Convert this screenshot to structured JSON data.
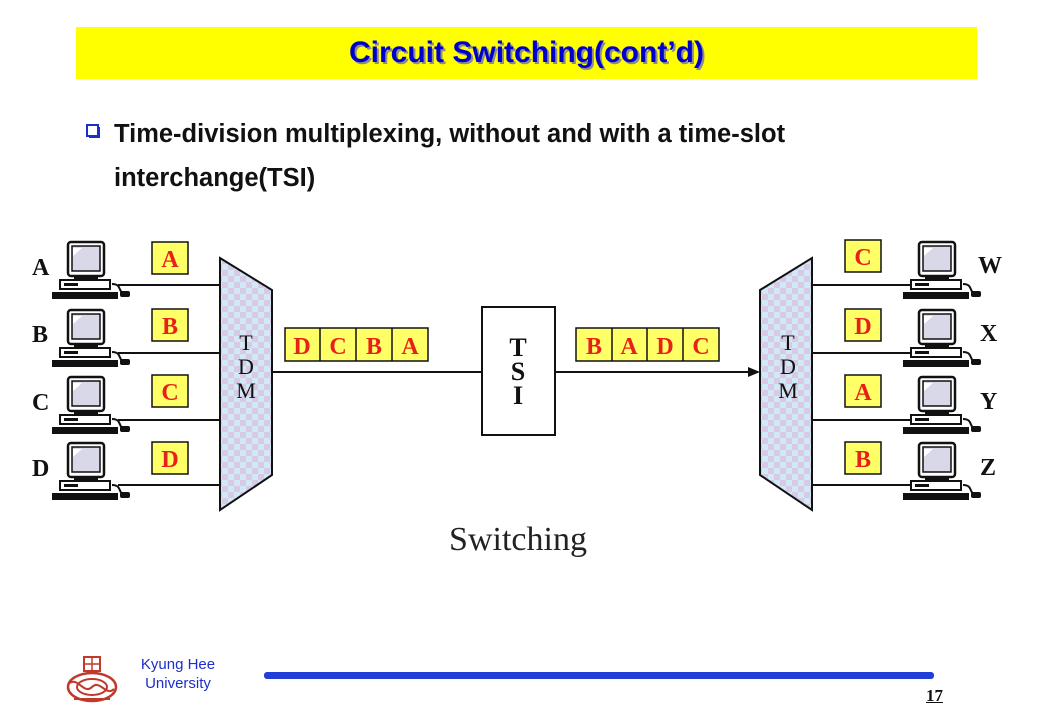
{
  "header": {
    "title": "Circuit Switching(cont’d)"
  },
  "bullet": {
    "text": "Time-division multiplexing, without and with a time-slot interchange(TSI)"
  },
  "diagram": {
    "input_stations": [
      "A",
      "B",
      "C",
      "D"
    ],
    "input_slots": [
      "A",
      "B",
      "C",
      "D"
    ],
    "output_stations": [
      "W",
      "X",
      "Y",
      "Z"
    ],
    "output_slots": [
      "C",
      "D",
      "A",
      "B"
    ],
    "frame_in": [
      "D",
      "C",
      "B",
      "A"
    ],
    "frame_out": [
      "B",
      "A",
      "D",
      "C"
    ],
    "mux_label": [
      "T",
      "D",
      "M"
    ],
    "demux_label": [
      "T",
      "D",
      "M"
    ],
    "tsi_label": [
      "T",
      "S",
      "I"
    ],
    "caption": "Switching",
    "colors": {
      "slot_fill": "#ffff66",
      "slot_text": "#e8201a",
      "mux_fill": "#cfeaf5",
      "mux_check": "#d9c8e6"
    }
  },
  "footer": {
    "university_line1": "Kyung Hee",
    "university_line2": "University",
    "page": "17"
  }
}
